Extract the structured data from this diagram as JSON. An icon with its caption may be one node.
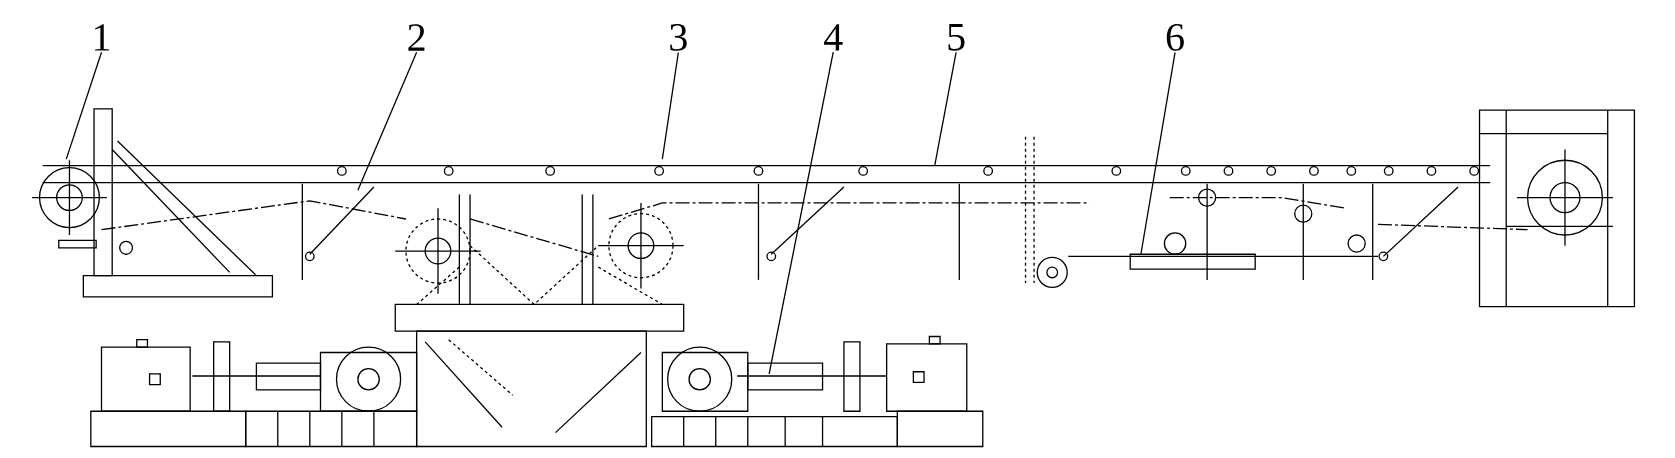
{
  "diagram": {
    "nodes": [
      {
        "text": [
          "1"
        ]
      },
      {
        "text": [
          "2"
        ]
      },
      {
        "text": [
          "3"
        ]
      },
      {
        "text": [
          "4"
        ]
      },
      {
        "text": [
          "5"
        ]
      },
      {
        "text": [
          "6"
        ]
      }
    ],
    "edges": [
      {
        "from": 0,
        "to": null,
        "arrow": "none"
      },
      {
        "from": 1,
        "to": null,
        "arrow": "none"
      },
      {
        "from": 2,
        "to": null,
        "arrow": "none"
      },
      {
        "from": 3,
        "to": null,
        "arrow": "none"
      },
      {
        "from": 4,
        "to": null,
        "arrow": "none"
      },
      {
        "from": 5,
        "to": null,
        "arrow": "none"
      }
    ]
  }
}
